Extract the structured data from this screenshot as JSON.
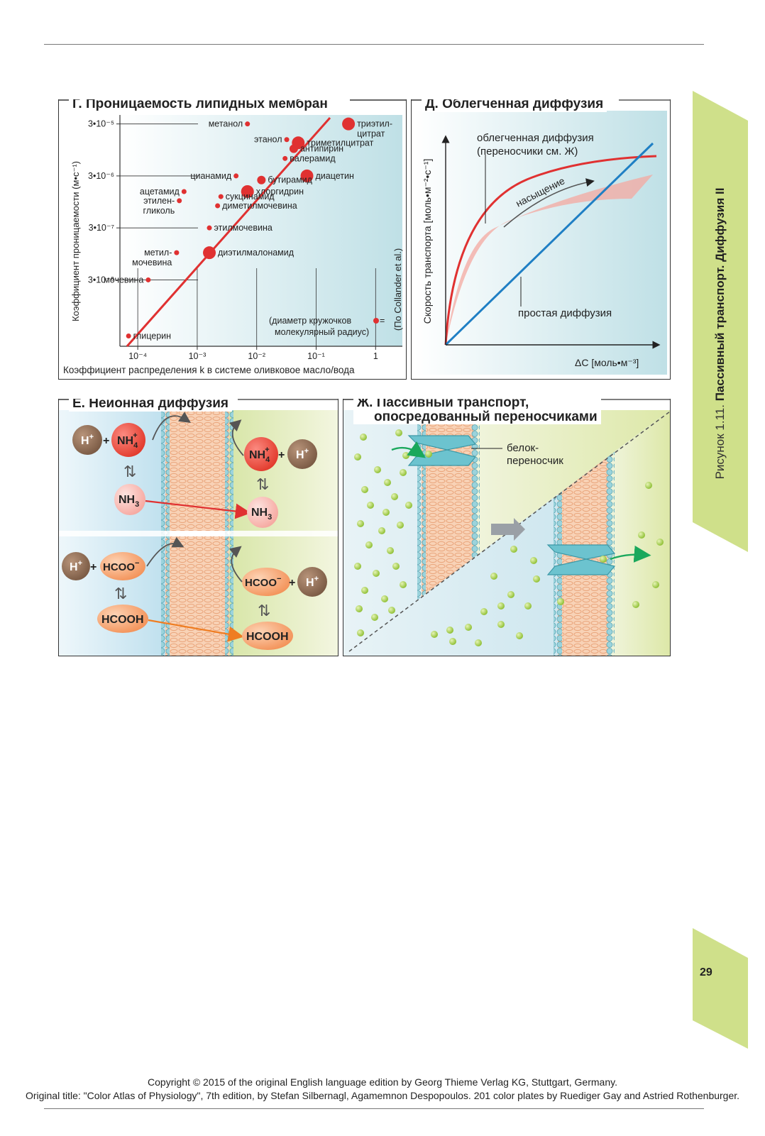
{
  "panel_g": {
    "title": "Г. Проницаемость липидных мембран",
    "y_axis_label": "Коэффициент проницаемости (м•с⁻¹)",
    "x_axis_label": "Коэффициент распределения  k в системе  оливковое масло/вода",
    "source_note": "(По Collander et al.)",
    "legend_note_line1": "(диаметр кружочков",
    "legend_note_eq": "=",
    "legend_note_line2": "молекулярный радиус)",
    "y_ticks": [
      "3•10⁻⁵",
      "3•10⁻⁶",
      "3•10⁻⁷",
      "3•10⁻⁸"
    ],
    "x_ticks": [
      "10⁻⁴",
      "10⁻³",
      "10⁻²",
      "10⁻¹",
      "1"
    ],
    "substances": [
      {
        "name": "триэтил-",
        "name2": "цитрат",
        "k": 0.35,
        "p": 3e-05,
        "size": "large"
      },
      {
        "name": "метанол",
        "k": 0.007,
        "p": 3e-05,
        "size": "small"
      },
      {
        "name": "этанол",
        "k": 0.032,
        "p": 1.5e-05,
        "size": "small"
      },
      {
        "name": "триметилцитрат",
        "k": 0.05,
        "p": 1.3e-05,
        "size": "large"
      },
      {
        "name": "антипирин",
        "k": 0.042,
        "p": 1e-05,
        "size": "medium"
      },
      {
        "name": "валерамид",
        "k": 0.03,
        "p": 6.5e-06,
        "size": "small"
      },
      {
        "name": "цианамид",
        "k": 0.0045,
        "p": 3e-06,
        "size": "small"
      },
      {
        "name": "диацетин",
        "k": 0.07,
        "p": 3e-06,
        "size": "large"
      },
      {
        "name": "бутирамид",
        "k": 0.012,
        "p": 2.5e-06,
        "size": "medium"
      },
      {
        "name": "хлоргидрин",
        "k": 0.007,
        "p": 1.5e-06,
        "size": "large"
      },
      {
        "name": "ацетамид",
        "k": 0.0006,
        "p": 1.5e-06,
        "size": "small"
      },
      {
        "name": "сукцинамид",
        "k": 0.0025,
        "p": 1.2e-06,
        "size": "small"
      },
      {
        "name": "этилен-",
        "name2": "гликоль",
        "k": 0.0005,
        "p": 1e-06,
        "size": "small"
      },
      {
        "name": "диметилмочевина",
        "k": 0.0022,
        "p": 8e-07,
        "size": "small"
      },
      {
        "name": "этилмочевина",
        "k": 0.0016,
        "p": 3e-07,
        "size": "small"
      },
      {
        "name": "метил-",
        "name2": "мочевина",
        "k": 0.00045,
        "p": 1e-07,
        "size": "small"
      },
      {
        "name": "диэтилмалонамид",
        "k": 0.0016,
        "p": 1e-07,
        "size": "large"
      },
      {
        "name": "мочевина",
        "k": 0.00015,
        "p": 3e-08,
        "size": "small"
      },
      {
        "name": "глицерин",
        "k": 7e-05,
        "p": 2.5e-09,
        "size": "small"
      }
    ]
  },
  "chart_data": {
    "type": "line",
    "title": "Д. Облегченная диффузия",
    "xlabel": "ΔC [моль•м⁻³]",
    "ylabel": "Скорость транспорта [моль•м⁻²•с⁻¹]",
    "series": [
      {
        "name": "облегченная диффузия (переносчики см. Ж)",
        "color": "#e03131",
        "shape": "saturating"
      },
      {
        "name": "простая диффузия",
        "color": "#1f7fc4",
        "shape": "linear"
      }
    ],
    "annotations": {
      "line1": "облегченная диффузия",
      "line2": "(переносчики см. Ж)",
      "saturation": "насыщение",
      "simple": "простая диффузия"
    }
  },
  "panel_e": {
    "title": "Е. Неионная диффузия",
    "top": {
      "h": "H",
      "h_sup": "+",
      "nh4": "NH",
      "nh4_sub": "4",
      "nh4_sup": "+",
      "nh3": "NH",
      "nh3_sub": "3",
      "plus": "+"
    },
    "bottom": {
      "h": "H",
      "h_sup": "+",
      "hcoo": "HCOO",
      "hcoo_sup": "−",
      "hcooh": "HCOOH",
      "plus": "+"
    }
  },
  "panel_j": {
    "title_line1": "Ж. Пассивный транспорт,",
    "title_line2": "опосредованный переносчиками",
    "carrier_label_line1": "белок-",
    "carrier_label_line2": "переносчик"
  },
  "sidebar": {
    "figure_label": "Рисунок 1.11.",
    "figure_title": "Пассивный транспорт. Диффузия II"
  },
  "page_number": "29",
  "footer": {
    "line1": "Copyright © 2015 of the original English language edition by Georg Thieme Verlag KG, Stuttgart, Germany.",
    "line2": "Original title: \"Color Atlas of Physiology\", 7th edition, by Stefan Silbernagl, Agamemnon Despopoulos. 201 color plates by Ruediger Gay and Astried Rothenburger."
  },
  "colors": {
    "red": "#e03131",
    "blue": "#1f7fc4",
    "green_tab": "#cfe08a",
    "teal": "#5fb8c8",
    "bead_green": "#9ac43a",
    "membrane_orange": "#f2b48a"
  }
}
